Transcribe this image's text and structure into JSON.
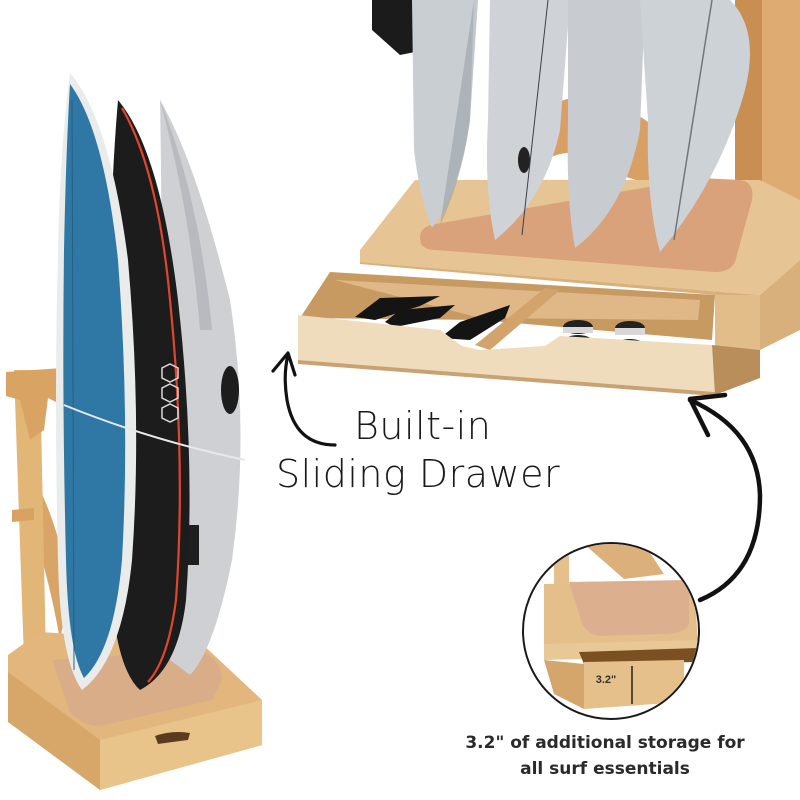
{
  "image": {
    "description": "Product marketing photo of a bamboo vertical surfboard rack with built-in sliding drawer",
    "background": "#ffffff"
  },
  "left_product": {
    "label": "Freestanding bamboo surfboard rack holding three surfboards",
    "boards": [
      {
        "color": "#2f78a6",
        "rail": "#e9ecea",
        "desc": "blue board with white rail"
      },
      {
        "color": "#1c1c1c",
        "stripe": "#e0452e",
        "desc": "black board with red stripe and hexagon logos"
      },
      {
        "color": "#c9c9cc",
        "desc": "grey board with logo decal"
      }
    ],
    "wood_color": "#d9a56a",
    "mat_color": "#dcb08a"
  },
  "top_product": {
    "label": "Close-up of rack base with four grey surfboards and open drawer",
    "drawer_left_contents": "black surfboard fins",
    "drawer_right_contents": "surf wax pucks",
    "board_color": "#c8cdd2",
    "wood_color": "#e4c59a",
    "mat_color": "#dba47a"
  },
  "annotations": {
    "headline_line1": "Built-in",
    "headline_line2": "Sliding Drawer",
    "inset_dimension": "3.2\"",
    "subcaption_line1": "3.2\" of additional storage for",
    "subcaption_line2": "all surf essentials"
  },
  "colors": {
    "text_dark": "#1a1a1a",
    "arrow": "#111111",
    "inset_ring": "#1a1a1a"
  }
}
